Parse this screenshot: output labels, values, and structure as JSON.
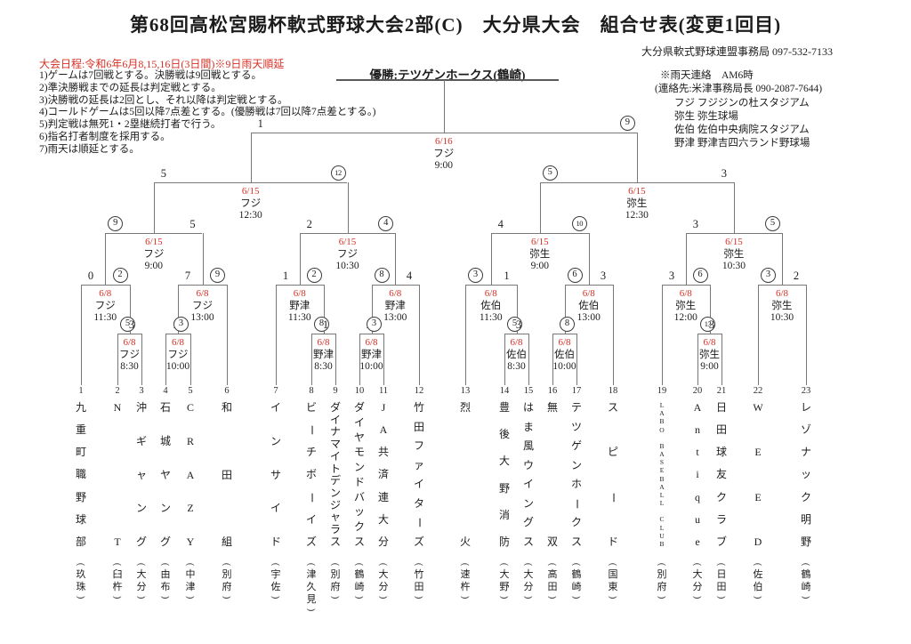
{
  "title": "第68回高松宮賜杯軟式野球大会2部(C)　大分県大会　組合せ表(変更1回目)",
  "office": "大分県軟式野球連盟事務局 097-532-7133",
  "schedule": "大会日程:令和6年6月8,15,16日(3日間)※9日雨天順延",
  "rules": [
    "1)ゲームは7回戦とする。決勝戦は9回戦とする。",
    "2)準決勝戦までの延長は判定戦とする。",
    "3)決勝戦の延長は2回とし、それ以降は判定戦とする。",
    "4)コールドゲームは5回以降7点差とする。(優勝戦は7回以降7点差とする。)",
    "5)判定戦は無死1・2塁継続打者で行う。",
    "6)指名打者制度を採用する。",
    "7)雨天は順延とする。"
  ],
  "contact": [
    "※雨天連絡　AM6時",
    "(連絡先:米津事務局長 090-2087-7644)"
  ],
  "venues": [
    "フジ フジジンの杜スタジアム",
    "弥生 弥生球場",
    "佐伯 佐伯中央病院スタジアム",
    "野津 野津吉四六ランド野球場"
  ],
  "champion": "優勝:テツゲンホークス(鶴崎)",
  "colors": {
    "accent_red": "#d93025",
    "line_gray": "#787878"
  },
  "teams": [
    {
      "n": 1,
      "name": "九重町職野球部",
      "loc": "(玖珠)"
    },
    {
      "n": 2,
      "name": "NT",
      "loc": "(臼杵)"
    },
    {
      "n": 3,
      "name": "沖ギャング",
      "loc": "(大分)"
    },
    {
      "n": 4,
      "name": "石城ヤング",
      "loc": "(由布)"
    },
    {
      "n": 5,
      "name": "CRAZY",
      "loc": "(中津)"
    },
    {
      "n": 6,
      "name": "和田組",
      "loc": "(別府)"
    },
    {
      "n": 7,
      "name": "インサイド",
      "loc": "(宇佐)"
    },
    {
      "n": 8,
      "name": "ビーチボーイズ",
      "loc": "(津久見)"
    },
    {
      "n": 9,
      "name": "ダイナマイトデンジャラス",
      "loc": "(別府)"
    },
    {
      "n": 10,
      "name": "ダイヤモンドバックス",
      "loc": "(鶴崎)"
    },
    {
      "n": 11,
      "name": "JA共済連大分",
      "loc": "(大分)"
    },
    {
      "n": 12,
      "name": "竹田ファイターズ",
      "loc": "(竹田)"
    },
    {
      "n": 13,
      "name": "烈火",
      "loc": "(速杵)"
    },
    {
      "n": 14,
      "name": "豊後大野消防",
      "loloc_note": "",
      "loc": "(大野)"
    },
    {
      "n": 15,
      "name": "はま風ウイングス",
      "loc": "(大分)"
    },
    {
      "n": 16,
      "name": "無双",
      "loc": "(高田)"
    },
    {
      "n": 17,
      "name": "テツゲンホークス",
      "loc": "(鶴崎)"
    },
    {
      "n": 18,
      "name": "スピード",
      "loc": "(国東)"
    },
    {
      "n": 19,
      "name": "LABO BASEBALL CLUB",
      "loc": "(別府)"
    },
    {
      "n": 20,
      "name": "Antique",
      "loc": "(大分)"
    },
    {
      "n": 21,
      "name": "日田球友クラブ",
      "loc": "(日田)"
    },
    {
      "n": 22,
      "name": "WEED",
      "loc": "(佐伯)"
    },
    {
      "n": 23,
      "name": "レゾナック明野",
      "loc": "(鶴崎)"
    }
  ],
  "matches": [
    {
      "id": "A",
      "date": "6/8",
      "venue": "フジ",
      "time": "11:30",
      "s1": "0",
      "s2": "2",
      "win": 2
    },
    {
      "id": "B",
      "date": "6/8",
      "venue": "フジ",
      "time": "8:30",
      "s1": "5",
      "s2": "3",
      "win": 1
    },
    {
      "id": "C",
      "date": "6/8",
      "venue": "フジ",
      "time": "13:00",
      "s1": "7",
      "s2": "9",
      "win": 2
    },
    {
      "id": "D",
      "date": "6/8",
      "venue": "フジ",
      "time": "10:00",
      "s1": "1",
      "s2": "3",
      "win": 2
    },
    {
      "id": "E",
      "date": "6/8",
      "venue": "野津",
      "time": "11:30",
      "s1": "1",
      "s2": "2",
      "win": 2
    },
    {
      "id": "F",
      "date": "6/8",
      "venue": "野津",
      "time": "8:30",
      "s1": "8",
      "s2": "1",
      "win": 1
    },
    {
      "id": "G",
      "date": "6/8",
      "venue": "野津",
      "time": "13:00",
      "s1": "8",
      "s2": "4",
      "win": 1
    },
    {
      "id": "H",
      "date": "6/8",
      "venue": "野津",
      "time": "10:00",
      "s1": "2",
      "s2": "3",
      "win": 2
    },
    {
      "id": "I",
      "date": "6/8",
      "venue": "佐伯",
      "time": "11:30",
      "s1": "3",
      "s2": "1",
      "win": 1
    },
    {
      "id": "J",
      "date": "6/8",
      "venue": "佐伯",
      "time": "8:30",
      "s1": "5",
      "s2": "3",
      "win": 1
    },
    {
      "id": "K",
      "date": "6/8",
      "venue": "佐伯",
      "time": "10:00",
      "s1": "1",
      "s2": "8",
      "win": 2
    },
    {
      "id": "L",
      "date": "6/8",
      "venue": "佐伯",
      "time": "13:00",
      "s1": "6",
      "s2": "3",
      "win": 1
    },
    {
      "id": "M",
      "date": "6/8",
      "venue": "弥生",
      "time": "12:00",
      "s1": "3",
      "s2": "6",
      "win": 2
    },
    {
      "id": "N",
      "date": "6/8",
      "venue": "弥生",
      "time": "9:00",
      "s1": "13",
      "s2": "3",
      "win": 1
    },
    {
      "id": "O",
      "date": "6/8",
      "venue": "弥生",
      "time": "10:30",
      "s1": "3",
      "s2": "2",
      "win": 1
    },
    {
      "id": "Q1",
      "date": "6/15",
      "venue": "フジ",
      "time": "9:00",
      "s1": "9",
      "s2": "5",
      "win": 1
    },
    {
      "id": "Q2",
      "date": "6/15",
      "venue": "フジ",
      "time": "10:30",
      "s1": "2",
      "s2": "4",
      "win": 2
    },
    {
      "id": "Q3",
      "date": "6/15",
      "venue": "弥生",
      "time": "9:00",
      "s1": "4",
      "s2": "10",
      "win": 2
    },
    {
      "id": "Q4",
      "date": "6/15",
      "venue": "弥生",
      "time": "10:30",
      "s1": "3",
      "s2": "5",
      "win": 2
    },
    {
      "id": "S1",
      "date": "6/15",
      "venue": "フジ",
      "time": "12:30",
      "s1": "5",
      "s2": "12",
      "win": 2
    },
    {
      "id": "S2",
      "date": "6/15",
      "venue": "弥生",
      "time": "12:30",
      "s1": "5",
      "s2": "3",
      "win": 1
    },
    {
      "id": "F1",
      "date": "6/16",
      "venue": "フジ",
      "time": "9:00",
      "s1": "1",
      "s2": "9",
      "win": 2
    }
  ]
}
